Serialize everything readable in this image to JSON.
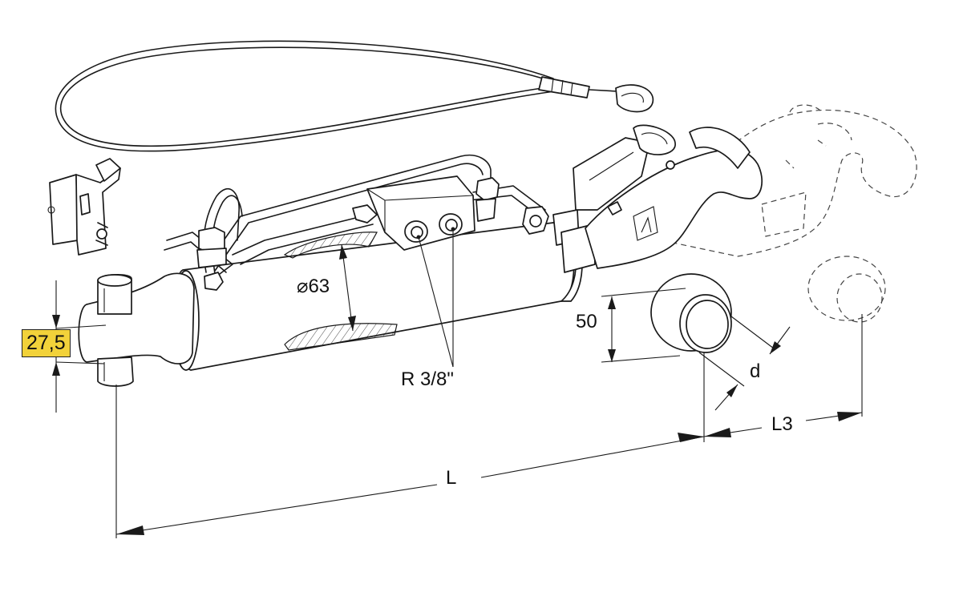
{
  "dimensions": {
    "pin_height": "27,5",
    "cylinder_diameter": "⌀63",
    "port_thread": "R 3/8\"",
    "ball_height": "50",
    "ball_bore": "d",
    "length": "L",
    "extra_length": "L3"
  },
  "colors": {
    "highlight_fill": "#f2d23a",
    "line": "#1a1a1a"
  }
}
